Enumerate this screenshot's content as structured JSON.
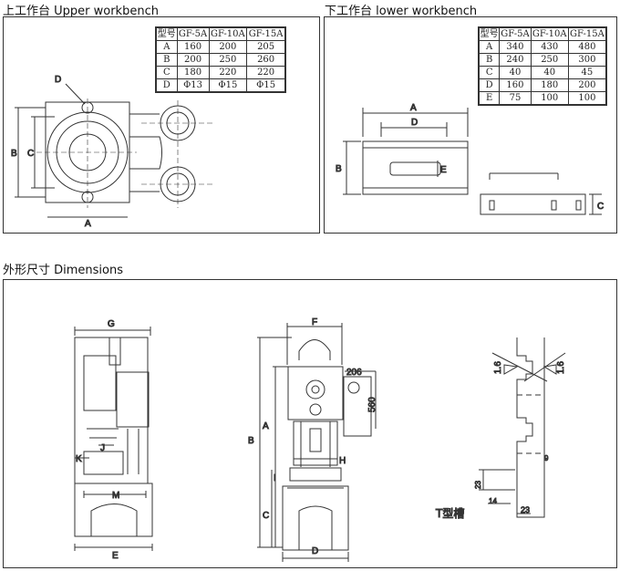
{
  "upper": {
    "title": "上工作台  Upper workbench",
    "table": {
      "header": [
        "型号",
        "GF-5A",
        "GF-10A",
        "GF-15A"
      ],
      "rows": [
        [
          "A",
          "160",
          "200",
          "205"
        ],
        [
          "B",
          "200",
          "250",
          "260"
        ],
        [
          "C",
          "180",
          "220",
          "220"
        ],
        [
          "D",
          "Φ13",
          "Φ15",
          "Φ15"
        ]
      ]
    },
    "labels": {
      "a": "A",
      "b": "B",
      "c": "C",
      "d": "D"
    }
  },
  "lower": {
    "title": "下工作台  lower workbench",
    "table": {
      "header": [
        "型号",
        "GF-5A",
        "GF-10A",
        "GF-15A"
      ],
      "rows": [
        [
          "A",
          "340",
          "430",
          "480"
        ],
        [
          "B",
          "240",
          "250",
          "300"
        ],
        [
          "C",
          "40",
          "40",
          "45"
        ],
        [
          "D",
          "160",
          "180",
          "200"
        ],
        [
          "E",
          "75",
          "100",
          "100"
        ]
      ]
    },
    "labels": {
      "a": "A",
      "b": "B",
      "c": "C",
      "d": "D",
      "e": "E"
    }
  },
  "dimensions": {
    "title": "外形尺寸  Dimensions",
    "side_labels": {
      "g": "G",
      "j": "J",
      "k": "K",
      "m": "M",
      "e": "E"
    },
    "front_labels": {
      "f": "F",
      "a": "A",
      "b": "B",
      "c": "C",
      "d": "D",
      "h": "H",
      "i": "I",
      "w206": "206",
      "h560": "560"
    },
    "tslot": {
      "title": "T型槽",
      "r1": "1.6",
      "r2": "1.6",
      "d9": "9",
      "d23h": "23",
      "d23": "23",
      "d14": "14"
    }
  }
}
